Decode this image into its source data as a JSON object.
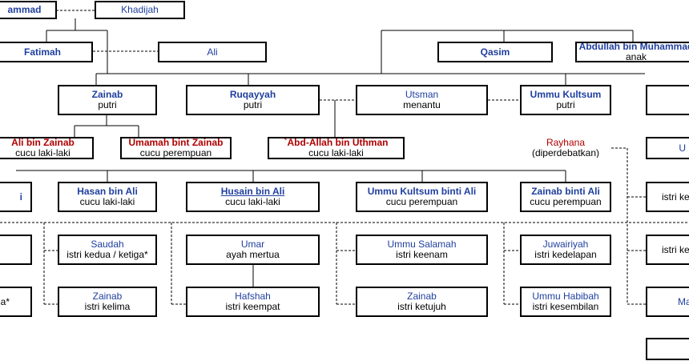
{
  "nodes": {
    "muhammad": {
      "name": "ammad"
    },
    "khadijah": {
      "name": "Khadijah"
    },
    "fatimah": {
      "name": "Fatimah"
    },
    "ali": {
      "name": "Ali"
    },
    "qasim": {
      "name": "Qasim"
    },
    "abdullah": {
      "name": "Abdullah bin Muhammad",
      "role": "anak"
    },
    "zainab": {
      "name": "Zainab",
      "role": "putri"
    },
    "ruqayyah": {
      "name": "Ruqayyah",
      "role": "putri"
    },
    "utsman": {
      "name": "Utsman",
      "role": "menantu"
    },
    "ummu_kultsum": {
      "name": "Ummu Kultsum",
      "role": "putri"
    },
    "ali_bin_zainab": {
      "name": "Ali bin Zainab",
      "role": "cucu laki-laki"
    },
    "umamah": {
      "name": "Umamah bint Zainab",
      "role": "cucu perempuan"
    },
    "abd_allah": {
      "name": "`Abd-Allah bin Uthman",
      "role": "cucu laki-laki"
    },
    "rayhana": {
      "name": "Rayhana",
      "role": "(diperdebatkan)"
    },
    "left_i": {
      "name": "i"
    },
    "hasan": {
      "name": "Hasan bin Ali",
      "role": "cucu laki-laki"
    },
    "husain": {
      "name": "Husain bin Ali",
      "role": "cucu laki-laki"
    },
    "ummu_kultsum_ali": {
      "name": "Ummu Kultsum binti Ali",
      "role": "cucu perempuan"
    },
    "zainab_ali": {
      "name": "Zainab binti Ali",
      "role": "cucu perempuan"
    },
    "saudah": {
      "name": "Saudah",
      "role": "istri kedua / ketiga*"
    },
    "umar": {
      "name": "Umar",
      "role": "ayah mertua"
    },
    "ummu_salamah": {
      "name": "Ummu Salamah",
      "role": "istri keenam"
    },
    "juwairiyah": {
      "name": "Juwairiyah",
      "role": "istri kedelapan"
    },
    "left_ga": {
      "name": "ga*"
    },
    "zainab_wife": {
      "name": "Zainab",
      "role": "istri kelima"
    },
    "hafshah": {
      "name": "Hafshah",
      "role": "istri keempat"
    },
    "zainab_wife2": {
      "name": "Zainab",
      "role": "istri ketujuh"
    },
    "ummu_habibah": {
      "name": "Ummu Habibah",
      "role": "istri kesembilan"
    },
    "right_u": {
      "name": "U"
    },
    "right_istri_1": {
      "name": "istri ke"
    },
    "right_istri_2": {
      "name": "istri ke"
    },
    "right_ma": {
      "name": "Ma"
    }
  },
  "colors": {
    "link": "#1f3f9f",
    "highlight": "#b00000",
    "border": "#000000"
  }
}
